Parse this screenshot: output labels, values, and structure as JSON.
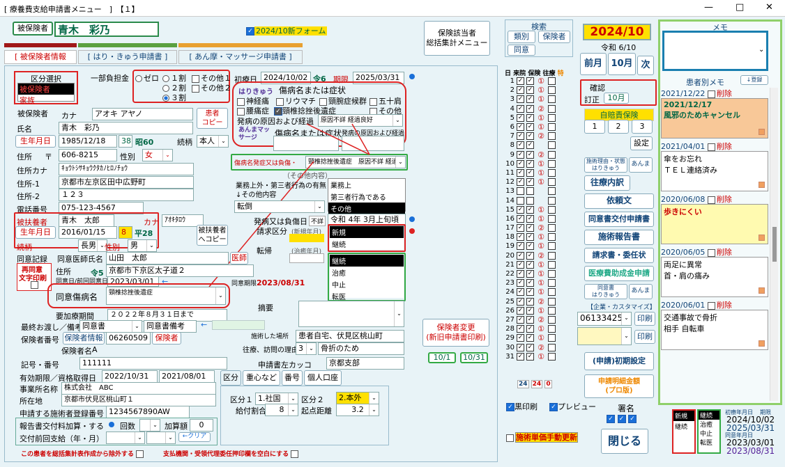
{
  "window": {
    "title": "[ 療養費支給申請書メニュー　]　【１】",
    "controls": [
      "—",
      "□",
      "✕"
    ]
  },
  "header": {
    "patient_btn": "被保険者",
    "patient_name": "青木　彩乃",
    "new_form_label": "2024/10新フォーム",
    "insurer_menu": [
      "保険該当者",
      "総括集計メニュー"
    ]
  },
  "tabs": [
    "被保険者情報",
    "はり・きゅう申請書",
    "あん摩・マッサージ申請書"
  ],
  "division": {
    "title": "区分選択",
    "options": [
      "被保険者",
      "家族"
    ],
    "selected": "被保険者"
  },
  "copay": {
    "label": "一部負担金",
    "zero": "ゼロ",
    "one": "１割",
    "two": "２割",
    "three": "３割",
    "other1": "その他１",
    "other2": "その他２"
  },
  "person": {
    "insured_label": "被保険者",
    "kana_label": "カナ",
    "kana": "アオキ アヤノ",
    "name_label": "氏名",
    "name": "青木　彩乃",
    "copy_btn": [
      "患者",
      "コピー"
    ],
    "dob_label": "生年月日",
    "dob": "1985/12/18",
    "age": "38",
    "era": "昭60",
    "relation_label": "続柄",
    "relation": "本人",
    "addr_label": "住所",
    "postal_mark": "〒",
    "postal": "606-8215",
    "sex_label": "性別",
    "sex": "女",
    "addr_kana_label": "住所カナ",
    "addr_kana": "ｷｮｳﾄｼｻｷｮｳｸﾀｶﾉﾋﾛﾉﾁｮｳ",
    "addr1_label": "住所-1",
    "addr1": "京都市左京区田中広野町",
    "addr2_label": "住所-2",
    "addr2": "１２３",
    "tel_label": "電話番号",
    "tel": "075-123-4567"
  },
  "dependent": {
    "label": "被扶養者",
    "name": "青木　太郎",
    "kana_label": "カナ",
    "kana": "ｱｵｷﾀﾛｳ",
    "dob_label": "生年月日",
    "dob": "2016/01/15",
    "age": "8",
    "era": "平28",
    "copy_btn": [
      "被扶養者",
      "へコピー"
    ],
    "relation_label": "続柄",
    "relation": "長男",
    "sex_label": "性別",
    "sex": "男"
  },
  "firstvisit": {
    "label": "初療日",
    "date": "2024/10/02",
    "era": "令6",
    "period_label": "期限",
    "period": "2025/03/31"
  },
  "harikyu": {
    "title": "はりきゅう",
    "disease_label": "傷病名または症状",
    "items": [
      "神経痛",
      "リウマチ",
      "頸腕症候群",
      "五十肩",
      "腰痛症",
      "頸椎捻挫後遺症",
      "その他"
    ],
    "cause_label": "発病の原因および経過",
    "cause": "原因不詳 経過良好"
  },
  "anma": {
    "title": "あんまマッサージ",
    "disease_label": "傷病名または症状",
    "cause_label": "発病の原因および経過"
  },
  "injury": {
    "label": "傷病名発症又は負傷・",
    "value": "頸椎捻挫後遺症　原因不詳 経過",
    "other": "（その他内容）",
    "business_label": "業務上外・第三者行為の有無",
    "other_label": "↓その他内容",
    "business_opts": [
      "業務上",
      "第三者行為である",
      "その他"
    ],
    "business_sel": "その他",
    "tenki": "転倒"
  },
  "onset": {
    "label": "発病又は負傷日",
    "unknown": "不詳",
    "value": "令和 4年 3月上旬頃",
    "claim_label": "請求区分",
    "new_label": "(新規年月)",
    "claim_opts": [
      "新規",
      "継続"
    ],
    "tenki_label": "転帰",
    "tenki_sub": "(治癒年月)",
    "outcome_opts": [
      "継続",
      "治癒",
      "中止",
      "転医"
    ]
  },
  "consent": {
    "record_label": "同意記録",
    "doctor_label": "同意医師氏名",
    "doctor": "山田　太郎",
    "doctor_tag": "医師",
    "reconsent": [
      "再同意",
      "文字印刷"
    ],
    "addr_label": "住所",
    "era": "令5",
    "addr": "京都市下京区太子道２",
    "date_label": "同意日/前回同意日",
    "date": "2023/03/01",
    "expire_label": "同意期限",
    "expire": "2023/08/31",
    "disease_label": "同意傷病名",
    "disease": "頸椎捻挫後遺症",
    "need_label": "要加療期間",
    "need": "２０２２年８月３１日まで",
    "summary_label": "摘要"
  },
  "final": {
    "label": "最終お渡し／備考",
    "value1": "同意書",
    "value2": "同意書備考"
  },
  "insurer": {
    "num_label": "保険者番号",
    "info_btn": "保険者情報",
    "num": "06260509",
    "insurer_btn": "保険者",
    "name_label": "保険者名",
    "name": "A"
  },
  "visit": {
    "place_label": "施術した場所",
    "place": "患者自宅、伏見区桃山町",
    "reason_label": "往療、訪問の理由",
    "reason_num": "3",
    "reason": "骨折のため"
  },
  "symbol": {
    "label": "記号・番号",
    "value": "111111",
    "paren_label": "申請書左カッコ",
    "paren": "京都支部"
  },
  "validity": {
    "label": "有効期限／資格取得日",
    "v1": "2022/10/31",
    "v2": "2021/08/01"
  },
  "office": {
    "name_label": "事業所名称",
    "name": "株式会社　ABC",
    "addr_label": "所在地",
    "addr": "京都市伏見区桃山町１",
    "reg_label": "申請する施術者登録番号",
    "reg": "1234567890AW"
  },
  "bottomtabs": [
    "区分",
    "重心など",
    "番号",
    "個人口座"
  ],
  "kubun": {
    "k1_label": "区分１",
    "k1": "1.社国",
    "k2_label": "区分２",
    "k2": "2.本外",
    "kyufu_label": "給付割合",
    "kyufu": "8",
    "dist_label": "起点距離",
    "dist": "3.2"
  },
  "report": {
    "label": "報告書交付料加算・する",
    "count_label": "回数",
    "amount_label": "加算額",
    "amount": "0",
    "prev_label": "交付前回支給（年・月）",
    "clear_btn": "←クリア"
  },
  "notes": {
    "n1": "この患者を総括集計表作成から除外する",
    "n2": "支払機関・受領代理委任押印欄を空白にする"
  },
  "insurer_change": [
    "保険者変更",
    "(新旧申請書印刷)"
  ],
  "period_btns": [
    "10/1",
    "10/31"
  ],
  "search": {
    "title": "検索",
    "b1": "類別",
    "b2": "保険者",
    "b3": "同意"
  },
  "calendar": {
    "month": "2024/10",
    "reiwa": "令和 6/10",
    "prev": "前月",
    "cur": "10月",
    "next": "次",
    "headers": [
      "日",
      "来院",
      "保険",
      "往療",
      "特"
    ],
    "days": [
      1,
      2,
      3,
      4,
      5,
      6,
      7,
      8,
      9,
      10,
      11,
      12,
      13,
      14,
      15,
      16,
      17,
      18,
      19,
      20,
      21,
      22,
      23,
      24,
      25,
      26,
      27,
      28,
      29,
      30,
      31
    ],
    "visits": [
      1,
      2,
      3,
      4,
      5,
      6,
      7,
      8,
      9,
      10,
      11,
      12,
      15,
      16,
      17,
      18,
      19,
      20,
      21,
      22,
      23,
      24,
      25,
      26,
      27,
      28,
      29,
      30,
      31
    ],
    "oryo": {
      "1": "①",
      "2": "①",
      "3": "①",
      "4": "②",
      "5": "①",
      "6": "①",
      "7": "②",
      "9": "②",
      "10": "①",
      "11": "①",
      "12": "①",
      "15": "①",
      "16": "①",
      "17": "②",
      "18": "①",
      "19": "①",
      "20": "②",
      "21": "①",
      "22": "①",
      "23": "①",
      "24": "①",
      "25": "②",
      "26": "①",
      "27": "②",
      "28": "①",
      "29": "①",
      "30": "②",
      "31": "①"
    },
    "totals": [
      "24",
      "24",
      "0"
    ]
  },
  "confirm": {
    "title": "確認",
    "fix": "訂正",
    "month": "10月"
  },
  "jibai": {
    "title": "自賠責保険",
    "b1": "1",
    "b2": "2",
    "b3": "3",
    "settings": "設定"
  },
  "actions": {
    "reason_btn": [
      "施術理由・状態",
      "はりきゅう"
    ],
    "anma": "あんま",
    "oryo_detail": "往療内訳",
    "irai": "依頼文",
    "doisho": "同意書交付申請書",
    "report": "施術報告書",
    "seikyu": "請求書・委任状",
    "iryo": "医療費助成金申請",
    "doisho2": [
      "同意書",
      "はりきゅう"
    ],
    "anma2": "あんま",
    "custom": "【企業・カスタマイズ】",
    "code": "06133425",
    "print": "印刷",
    "print2": "印刷",
    "init": "(申請)初期設定",
    "meisai": [
      "申請明細金額",
      "(プロ版)"
    ]
  },
  "print_opts": {
    "black": "黒印刷",
    "preview": "プレビュー",
    "sign": "署名",
    "unit": "施術単価手動更新",
    "close": "閉じる"
  },
  "memo": {
    "title": "メモ",
    "patient_memo": "患者別メモ",
    "register": "↓登録",
    "delete": "削除",
    "entries": [
      {
        "date": "2021/12/22",
        "text": [
          "2021/12/17",
          "風邪のためキャンセル"
        ]
      },
      {
        "date": "2021/04/01",
        "text": [
          "傘をお忘れ",
          "ＴＥＬ連絡済み"
        ]
      },
      {
        "date": "2020/06/08",
        "text": [
          "歩きにくい"
        ]
      },
      {
        "date": "2020/06/05",
        "text": [
          "両足に異常",
          "首・肩の痛み"
        ]
      },
      {
        "date": "2020/06/01",
        "text": [
          "交通事故で骨折",
          "相手 自転車"
        ]
      }
    ]
  },
  "summary": {
    "new": "新規",
    "cont": "継続",
    "cont2": "継続",
    "chiyu": "治癒",
    "chushi": "中止",
    "teni": "転医",
    "first_label": "初療年月日",
    "period_label": "期限",
    "first": "2024/10/02",
    "period": "2025/03/31",
    "consent_label": "同意年月日",
    "consent": "2023/03/01",
    "expire": "2023/08/31"
  },
  "colors": {
    "bg": "#e8f3f7",
    "label": "#d4e8f0",
    "accent": "#1a6fd8",
    "red": "#cc0000",
    "green": "#008800",
    "memo_green": "#8fd06a"
  }
}
